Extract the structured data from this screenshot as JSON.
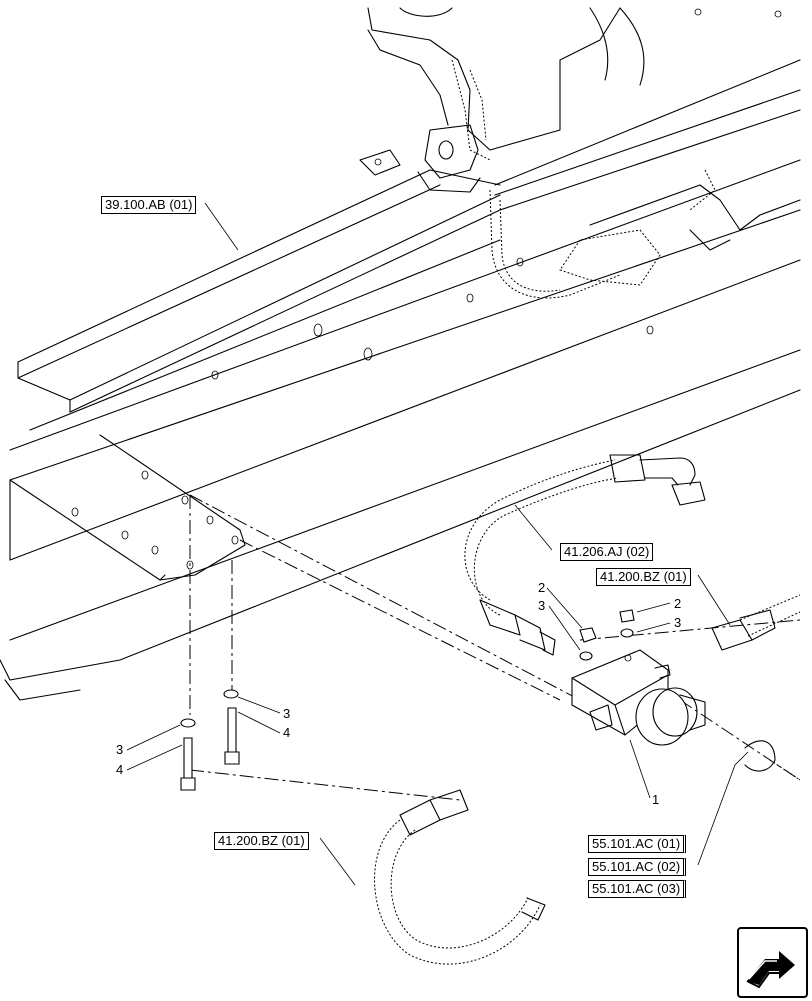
{
  "callouts": {
    "frame": "39.100.AB (01)",
    "hose_upper": "41.206.AJ (02)",
    "hose_right": "41.200.BZ (01)",
    "hose_lower": "41.200.BZ (01)",
    "switch_ref_1": "55.101.AC (01)",
    "switch_ref_2": "55.101.AC (02)",
    "switch_ref_3": "55.101.AC (03)"
  },
  "part_numbers": {
    "switch": "1",
    "nut_right": "2",
    "washer_right": "3",
    "nut_center": "2",
    "washer_center": "3",
    "washer_left": "3",
    "bolt_left": "4",
    "washer_mid": "3",
    "bolt_mid": "4"
  },
  "icons": {
    "navigation": "next-page-arrow-icon"
  }
}
